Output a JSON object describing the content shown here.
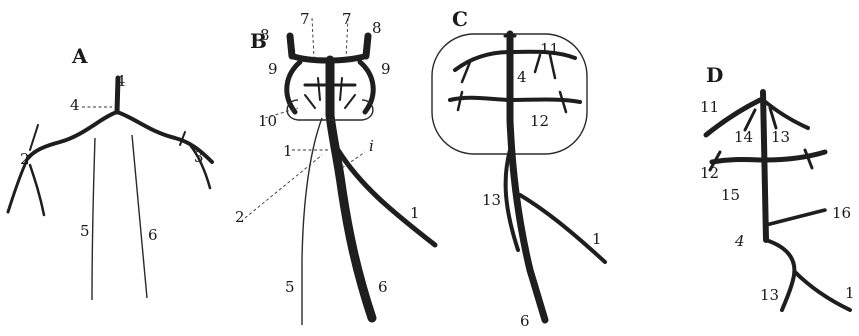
{
  "panels": {
    "A": {
      "letter": "A",
      "labels": {
        "l4a": "4",
        "l4b": "4",
        "l2": "2",
        "l3": "3",
        "l5": "5",
        "l6": "6"
      }
    },
    "B": {
      "letter": "B",
      "labels": {
        "l8a": "8",
        "l7a": "7",
        "l7b": "7",
        "l8b": "8",
        "l9a": "9",
        "l9b": "9",
        "l10": "10",
        "l1a": "1",
        "li": "i",
        "l2": "2",
        "l1b": "1",
        "l5": "5",
        "l6": "6"
      }
    },
    "C": {
      "letter": "C",
      "labels": {
        "l11": "11",
        "l4": "4",
        "l12": "12",
        "l13": "13",
        "l1": "1",
        "l6": "6"
      }
    },
    "D": {
      "letter": "D",
      "labels": {
        "l11": "11",
        "l14": "14",
        "l13a": "13",
        "l12": "12",
        "l15": "15",
        "l16": "16",
        "l4": "4",
        "l13b": "13",
        "l1": "1"
      }
    }
  }
}
